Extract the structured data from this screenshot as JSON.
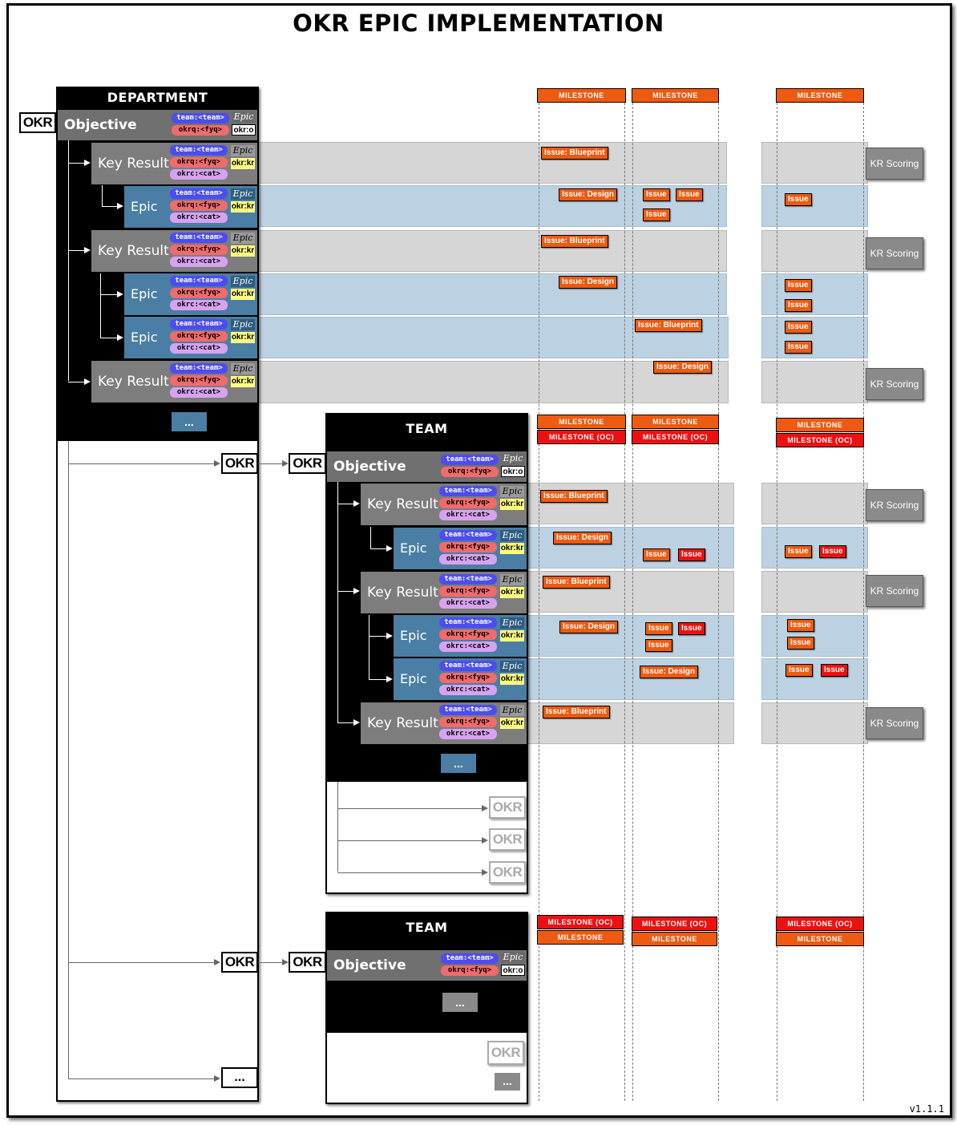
{
  "title": "OKR EPIC IMPLEMENTATION",
  "version": "v1.1.1",
  "labels": {
    "department": "DEPARTMENT",
    "team": "TEAM",
    "objective": "Objective",
    "key_result": "Key Result",
    "epic": "Epic",
    "okr": "OKR",
    "more": "...",
    "milestone": "MILESTONE",
    "milestone_oc": "MILESTONE (OC)",
    "issue": "Issue",
    "issue_blueprint": "Issue: Blueprint",
    "issue_design": "Issue: Design",
    "kr_scoring": "KR Scoring"
  },
  "tags": {
    "team": "team:<team>",
    "okrq": "okrq:<fyq>",
    "okrc": "okrc:<cat>",
    "epic_badge": "Epic",
    "okr_o": "okr:o",
    "okr_kr": "okr:kr"
  },
  "colors": {
    "milestone": "#ee5a10",
    "milestone_oc": "#ee1010",
    "issue": "#ee5a10",
    "issue_alt": "#ee1010",
    "key_result_lane": "#d6d6d6",
    "epic_lane": "#bcd2e2",
    "epic_bar": "#4a7ea4",
    "tag_team": "#4c4cf2",
    "tag_okrq": "#f06b6b",
    "tag_okrc": "#d7a2f0",
    "tag_okr_kr": "#ffff80"
  }
}
